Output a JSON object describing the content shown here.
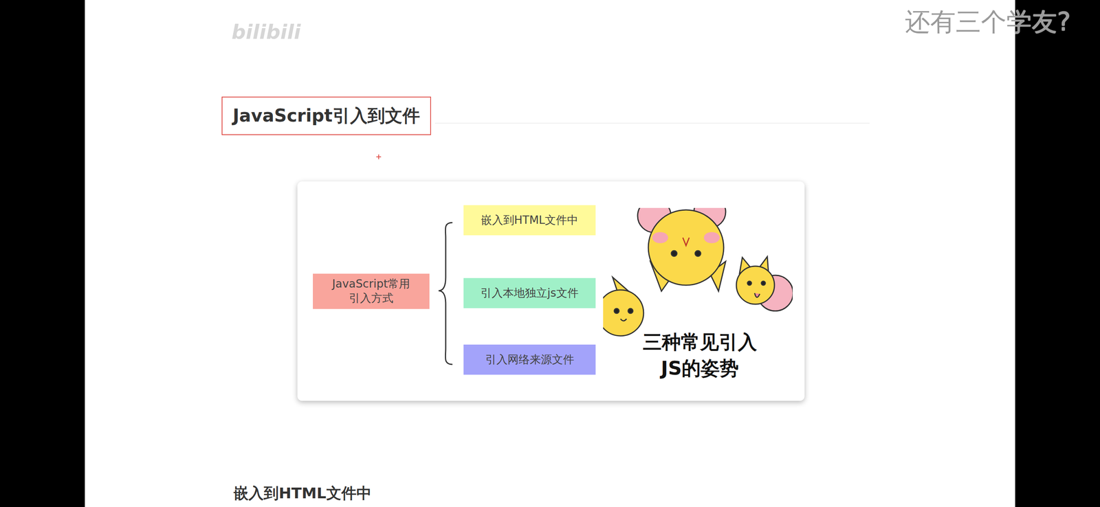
{
  "diagram": {
    "title": "JavaScript引入到文件",
    "nodes": [
      {
        "text": [
          "JavaScript常用引入方式"
        ]
      },
      {
        "text": [
          "嵌入到HTML文件中"
        ]
      },
      {
        "text": [
          "引入本地独立js文件"
        ]
      },
      {
        "text": [
          "引入网络来源文件"
        ]
      }
    ],
    "labels": [
      "还有三个学友?",
      "bilibili",
      "三种常见引入",
      "JS的姿势",
      "嵌入到HTML文件中"
    ]
  }
}
